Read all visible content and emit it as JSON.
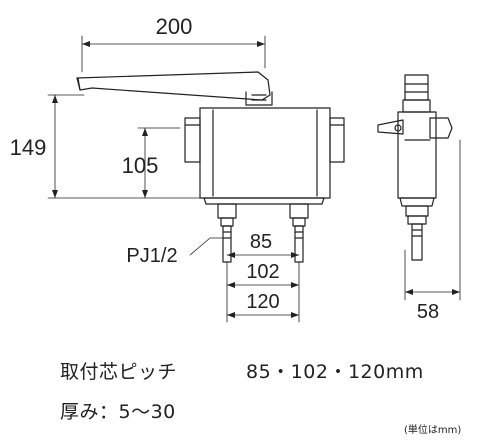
{
  "dimensions": {
    "spout_length": "200",
    "total_height": "149",
    "body_height": "105",
    "pitch_min": "85",
    "pitch_mid": "102",
    "pitch_max": "120",
    "side_depth": "58"
  },
  "labels": {
    "thread": "PJ1/2"
  },
  "specs": {
    "pitch_label": "取付芯ピッチ",
    "pitch_values": "85・102・120mm",
    "thickness_label": "厚み：5〜30"
  },
  "unit_note": "(単位はmm)",
  "colors": {
    "line": "#222222",
    "background": "#ffffff"
  }
}
